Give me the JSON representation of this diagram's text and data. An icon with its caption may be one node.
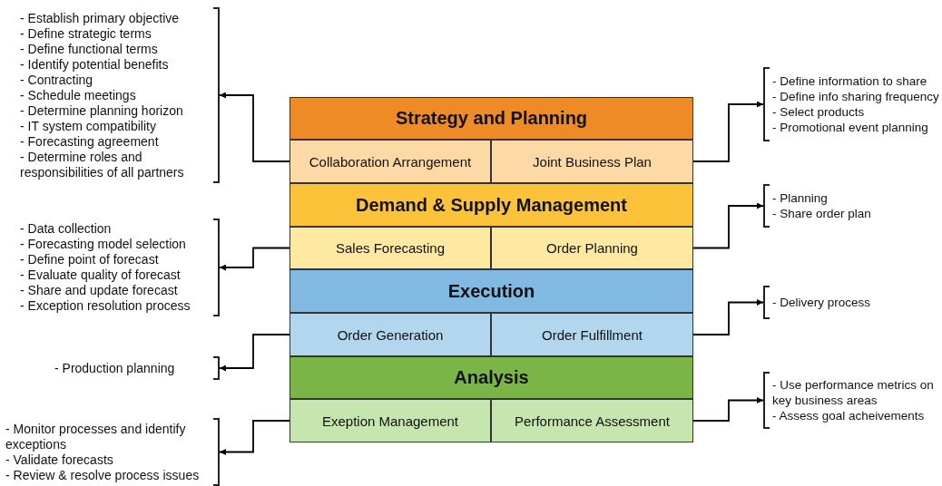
{
  "diagram": {
    "nodes": [
      {
        "text": [
          "Strategy and Planning"
        ]
      },
      {
        "text": [
          "Collaboration Arrangement"
        ]
      },
      {
        "text": [
          "Joint Business Plan"
        ]
      },
      {
        "text": [
          "Demand & Supply Management"
        ]
      },
      {
        "text": [
          "Sales Forecasting"
        ]
      },
      {
        "text": [
          "Order Planning"
        ]
      },
      {
        "text": [
          "Execution"
        ]
      },
      {
        "text": [
          "Order Generation"
        ]
      },
      {
        "text": [
          "Order Fulfillment"
        ]
      },
      {
        "text": [
          "Analysis"
        ]
      },
      {
        "text": [
          "Exeption Management"
        ]
      },
      {
        "text": [
          "Performance Assessment"
        ]
      },
      {
        "text": [
          "- Establish primary objective",
          "- Define strategic terms",
          "- Define functional terms",
          "- Identify potential benefits",
          "- Contracting",
          "- Schedule meetings",
          "- Determine planning horizon",
          "- IT system compatibility",
          "- Forecasting agreement",
          "- Determine roles and responsibilities of all partners"
        ]
      },
      {
        "text": [
          "- Define information to share",
          "- Define info sharing frequency",
          "- Select products",
          "- Promotional event planning"
        ]
      },
      {
        "text": [
          "- Data collection",
          "- Forecasting model selection",
          "- Define point of forecast",
          "- Evaluate quality of forecast",
          "- Share and update forecast",
          "- Exception resolution process"
        ]
      },
      {
        "text": [
          "- Planning",
          "- Share order plan"
        ]
      },
      {
        "text": [
          "- Production planning"
        ]
      },
      {
        "text": [
          "- Delivery process"
        ]
      },
      {
        "text": [
          "- Monitor processes and identify exceptions",
          "- Validate forecasts",
          "- Review & resolve process issues"
        ]
      },
      {
        "text": [
          "- Use performance metrics on key business areas",
          "- Assess goal acheivements"
        ]
      }
    ],
    "edges": [
      {
        "from": 1,
        "to": 12,
        "arrow": "to"
      },
      {
        "from": 2,
        "to": 13,
        "arrow": "to"
      },
      {
        "from": 4,
        "to": 14,
        "arrow": "to"
      },
      {
        "from": 5,
        "to": 15,
        "arrow": "to"
      },
      {
        "from": 7,
        "to": 16,
        "arrow": "to"
      },
      {
        "from": 8,
        "to": 17,
        "arrow": "to"
      },
      {
        "from": 10,
        "to": 18,
        "arrow": "to"
      },
      {
        "from": 11,
        "to": 19,
        "arrow": "to"
      }
    ]
  }
}
